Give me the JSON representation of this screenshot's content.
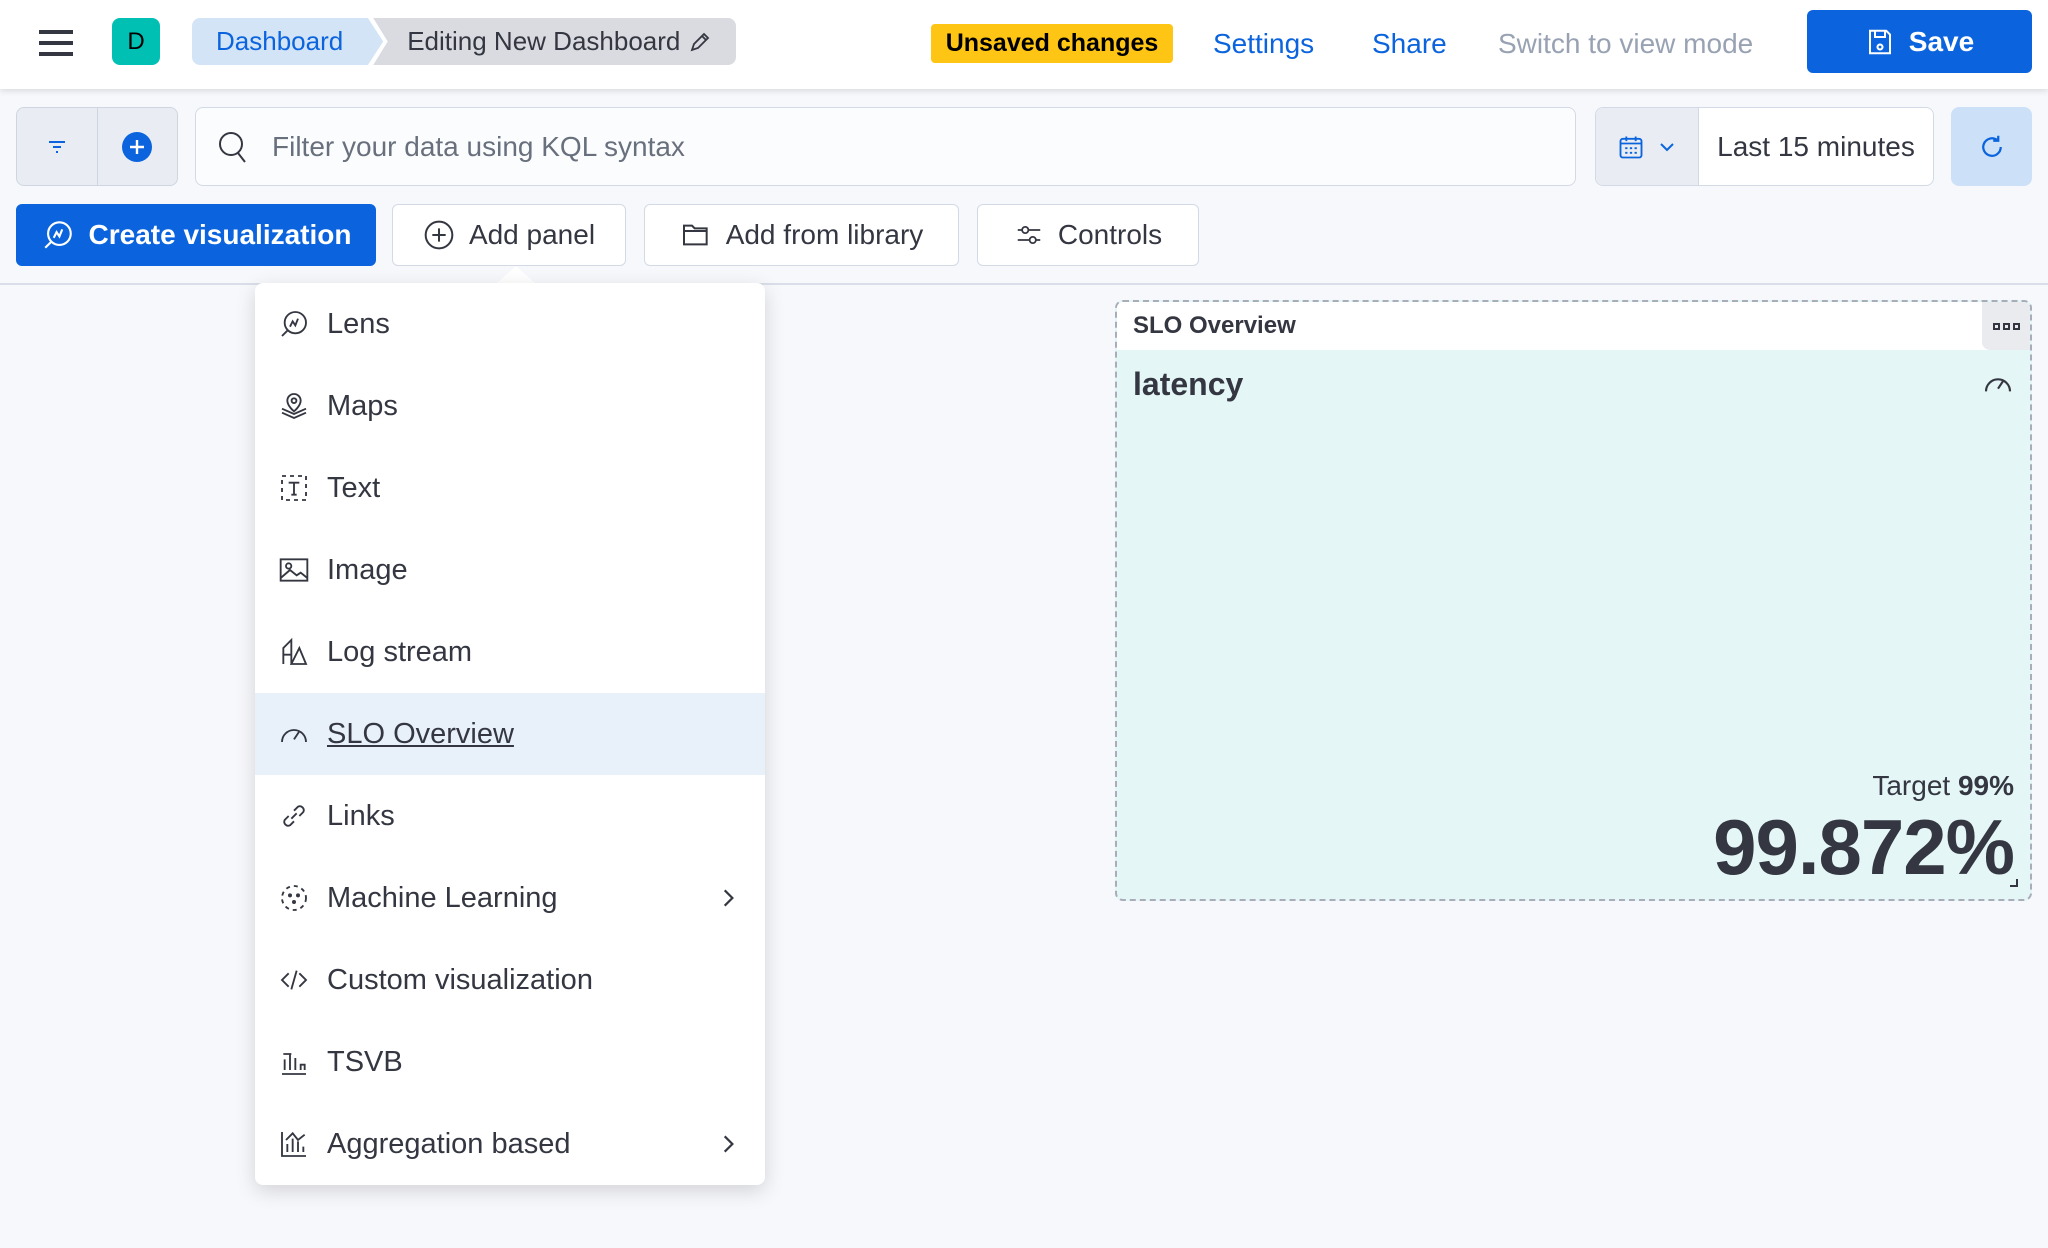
{
  "header": {
    "avatar_letter": "D",
    "breadcrumbs": [
      "Dashboard",
      "Editing New Dashboard"
    ],
    "unsaved_badge": "Unsaved changes",
    "settings": "Settings",
    "share": "Share",
    "switch_mode": "Switch to view mode",
    "save": "Save"
  },
  "filter": {
    "search_placeholder": "Filter your data using KQL syntax",
    "time_range": "Last 15 minutes"
  },
  "toolbar": {
    "create_visualization": "Create visualization",
    "add_panel": "Add panel",
    "add_from_library": "Add from library",
    "controls": "Controls"
  },
  "menu": {
    "items": [
      {
        "label": "Lens",
        "icon": "lens-icon"
      },
      {
        "label": "Maps",
        "icon": "maps-icon"
      },
      {
        "label": "Text",
        "icon": "text-icon"
      },
      {
        "label": "Image",
        "icon": "image-icon"
      },
      {
        "label": "Log stream",
        "icon": "log-stream-icon"
      },
      {
        "label": "SLO Overview",
        "icon": "gauge-icon",
        "active": true
      },
      {
        "label": "Links",
        "icon": "link-icon"
      },
      {
        "label": "Machine Learning",
        "icon": "machine-learning-icon",
        "submenu": true
      },
      {
        "label": "Custom visualization",
        "icon": "code-icon"
      },
      {
        "label": "TSVB",
        "icon": "tsvb-icon"
      },
      {
        "label": "Aggregation based",
        "icon": "aggregation-icon",
        "submenu": true
      }
    ]
  },
  "panel": {
    "title": "SLO Overview",
    "slo_name": "latency",
    "target_label": "Target",
    "target_value": "99%",
    "value": "99.872%",
    "background": "#e4f6f6"
  },
  "colors": {
    "primary": "#0b64dd",
    "badge": "#fec514",
    "avatar": "#00bfb3"
  }
}
